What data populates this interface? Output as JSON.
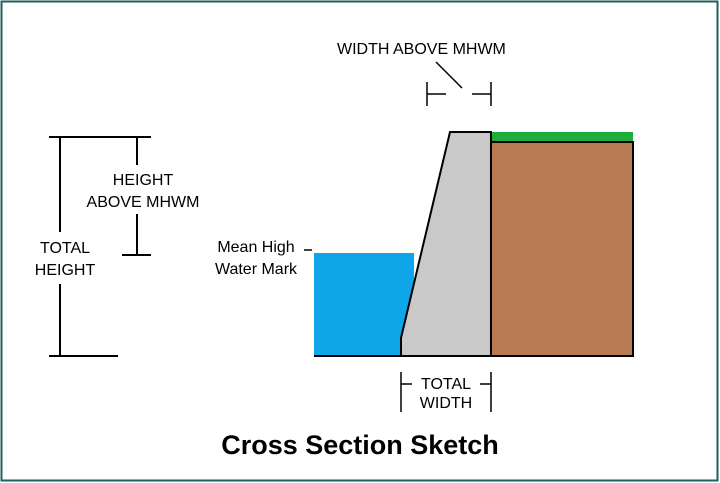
{
  "labels": {
    "width_above_mhwm": "WIDTH  ABOVE MHWM",
    "height_above_line1": "HEIGHT",
    "height_above_line2": "ABOVE MHWM",
    "total_height_line1": "TOTAL",
    "total_height_line2": "HEIGHT",
    "mhw_line1": "Mean High",
    "mhw_line2": "Water Mark",
    "total_width_line1": "TOTAL",
    "total_width_line2": "WIDTH",
    "title": "Cross Section Sketch"
  },
  "colors": {
    "frame": "#1f5f5f",
    "water": "#0ea5e9",
    "wall": "#c9c9c9",
    "soil": "#b87a52",
    "grass": "#1fae3a",
    "outline": "#000000"
  }
}
